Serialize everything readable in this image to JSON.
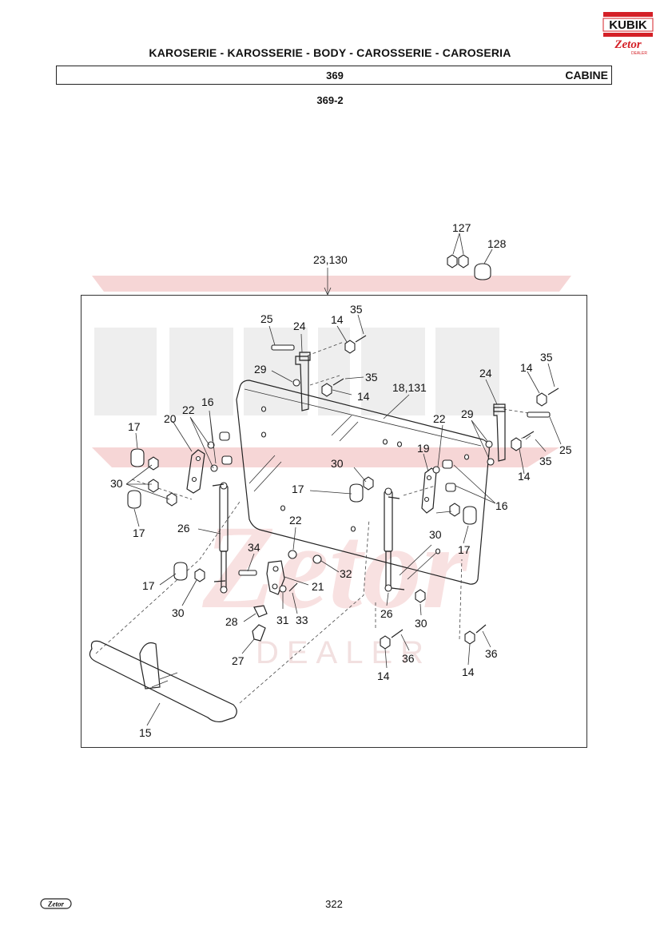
{
  "header": {
    "title": "KAROSERIE - KAROSSERIE - BODY - CAROSSERIE - CAROSERIA",
    "group_number": "369",
    "group_name": "CABINE",
    "subgroup": "369-2"
  },
  "brand": {
    "kubik_logo": "KUBIK",
    "zetor_logo": "Zetor",
    "dealer_tag": "DEALER",
    "footer_logo": "Zetor",
    "watermark": "KUBIK Zetor DEALER"
  },
  "colors": {
    "logo_red": "#d42027",
    "watermark_red": "#f6d6d6",
    "watermark_grey": "#eeeeee"
  },
  "footer": {
    "page_number": "322"
  },
  "callouts": {
    "c127": "127",
    "c128": "128",
    "c23_130": "23,130",
    "c25a": "25",
    "c24a": "24",
    "c14a": "14",
    "c35a": "35",
    "c29a": "29",
    "c35b": "35",
    "c14b": "14",
    "c18_131": "18,131",
    "c24b": "24",
    "c14c": "14",
    "c35c": "35",
    "c16a": "16",
    "c22a": "22",
    "c20": "20",
    "c17a": "17",
    "c29b": "29",
    "c22b": "22",
    "c19": "19",
    "c30a": "30",
    "c25b": "25",
    "c35d": "35",
    "c14d": "14",
    "c30b": "30",
    "c17b": "17",
    "c16b": "16",
    "c17c": "17",
    "c26a": "26",
    "c22c": "22",
    "c30c": "30",
    "c17d": "17",
    "c34": "34",
    "c32": "32",
    "c21": "21",
    "c17e": "17",
    "c30d": "30",
    "c28": "28",
    "c31": "31",
    "c33": "33",
    "c26b": "26",
    "c30e": "30",
    "c27": "27",
    "c36a": "36",
    "c36b": "36",
    "c14e": "14",
    "c14f": "14",
    "c15": "15"
  }
}
